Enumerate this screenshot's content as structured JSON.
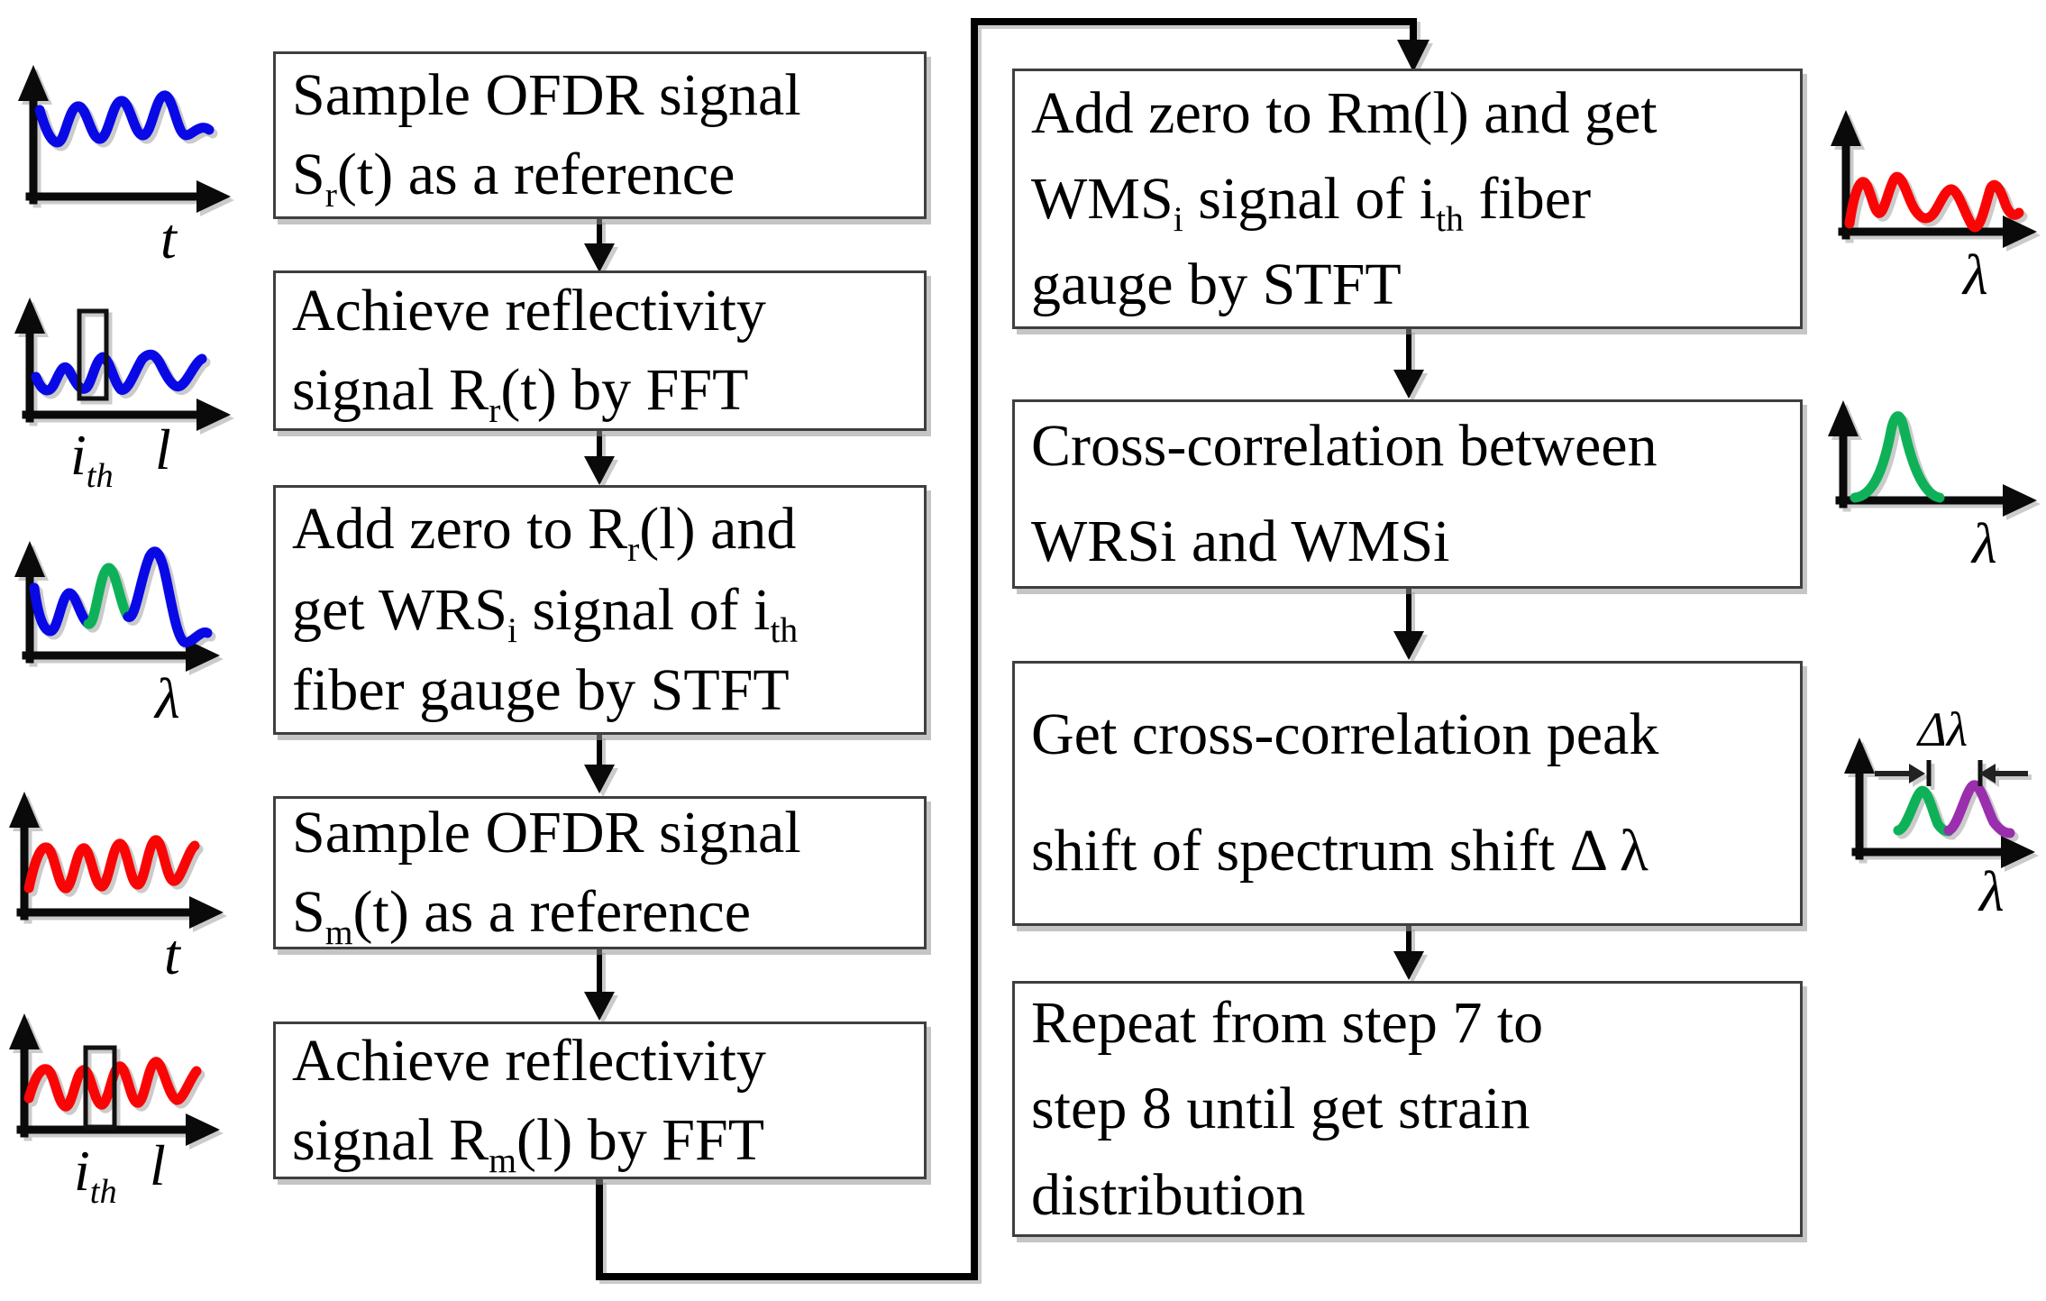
{
  "colors": {
    "blue": "#0909E6",
    "red": "#FA0505",
    "green": "#0FB158",
    "purple": "#9A2FAE",
    "line_art": "#000000",
    "box_border": "#3F3F3F"
  },
  "boxes": [
    {
      "lines": [
        [
          {
            "t": "Sample OFDR signal"
          }
        ],
        [
          {
            "t": "S"
          },
          {
            "sub": "r"
          },
          {
            "t": "(t) as a reference"
          }
        ]
      ]
    },
    {
      "lines": [
        [
          {
            "t": "Achieve reflectivity"
          }
        ],
        [
          {
            "t": "signal R"
          },
          {
            "sub": "r"
          },
          {
            "t": "(t) by FFT"
          }
        ]
      ]
    },
    {
      "lines": [
        [
          {
            "t": "Add zero to R"
          },
          {
            "sub": "r"
          },
          {
            "t": "(l) and"
          }
        ],
        [
          {
            "t": "get WRS"
          },
          {
            "sub": "i"
          },
          {
            "t": " signal of i"
          },
          {
            "sub": "th"
          }
        ],
        [
          {
            "t": "fiber gauge by STFT"
          }
        ]
      ]
    },
    {
      "lines": [
        [
          {
            "t": "Sample OFDR signal"
          }
        ],
        [
          {
            "t": "S"
          },
          {
            "sub": "m"
          },
          {
            "t": "(t) as a reference"
          }
        ]
      ]
    },
    {
      "lines": [
        [
          {
            "t": "Achieve reflectivity"
          }
        ],
        [
          {
            "t": "signal R"
          },
          {
            "sub": "m"
          },
          {
            "t": "(l) by FFT"
          }
        ]
      ]
    },
    {
      "lines": [
        [
          {
            "t": "Add zero to Rm(l) and get"
          }
        ],
        [
          {
            "t": "WMS"
          },
          {
            "sub": "i"
          },
          {
            "t": " signal of i"
          },
          {
            "sub": "th"
          },
          {
            "t": " fiber"
          }
        ],
        [
          {
            "t": "gauge by STFT"
          }
        ]
      ]
    },
    {
      "lines": [
        [
          {
            "t": "Cross-correlation between"
          }
        ],
        [
          {
            "t": "WRSi and WMSi"
          }
        ]
      ]
    },
    {
      "lines": [
        [
          {
            "t": "Get cross-correlation peak"
          }
        ],
        [
          {
            "t": "shift of spectrum shift Δ λ"
          }
        ]
      ]
    },
    {
      "lines": [
        [
          {
            "t": "Repeat from step 7 to"
          }
        ],
        [
          {
            "t": "step 8 until get strain"
          }
        ],
        [
          {
            "t": "distribution"
          }
        ]
      ]
    }
  ],
  "axis_labels": {
    "time": "t",
    "distance": "l",
    "wavelength": "λ",
    "gauge_index_base": "i",
    "gauge_index_sub": "th",
    "shift_annotation": "Δλ"
  }
}
